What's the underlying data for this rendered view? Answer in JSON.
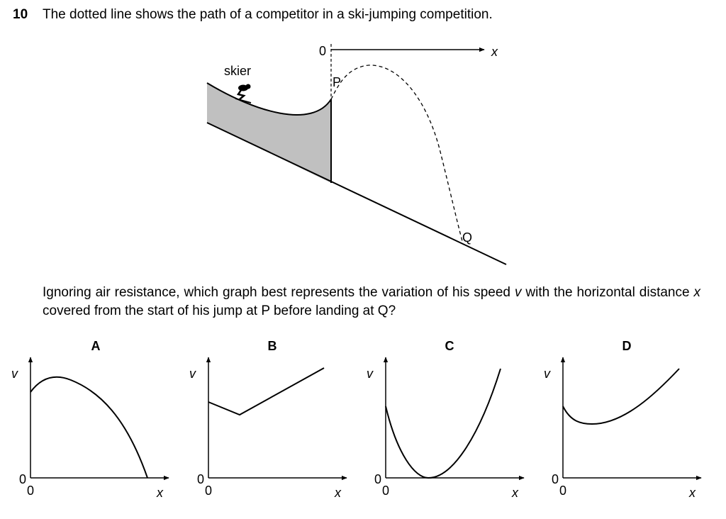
{
  "question": {
    "number": "10",
    "intro": "The dotted line shows the path of a competitor in a ski-jumping competition.",
    "body_part1": "Ignoring air resistance, which graph best represents the variation of his speed ",
    "var_v": "v",
    "body_part2": " with the horizontal distance ",
    "var_x": "x",
    "body_part3": " covered from the start of his jump at P before landing at Q?"
  },
  "diagram": {
    "skier_label": "skier",
    "origin_label": "0",
    "x_axis_label": "x",
    "point_p": "P",
    "point_q": "Q"
  },
  "graphs": [
    {
      "option": "A",
      "y_label": "v",
      "x_label": "x",
      "origin_y": "0",
      "origin_x": "0"
    },
    {
      "option": "B",
      "y_label": "v",
      "x_label": "x",
      "origin_y": "0",
      "origin_x": "0"
    },
    {
      "option": "C",
      "y_label": "v",
      "x_label": "x",
      "origin_y": "0",
      "origin_x": "0"
    },
    {
      "option": "D",
      "y_label": "v",
      "x_label": "x",
      "origin_y": "0",
      "origin_x": "0"
    }
  ]
}
